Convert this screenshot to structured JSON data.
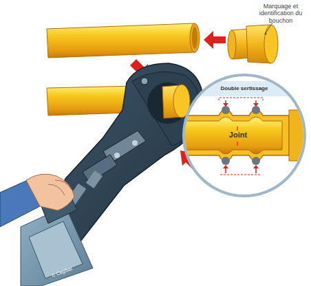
{
  "diagram": {
    "labels": [
      "Marquage et identification du bouchon",
      "Double sertissage",
      "Joint",
      "© Cegibat"
    ]
  }
}
